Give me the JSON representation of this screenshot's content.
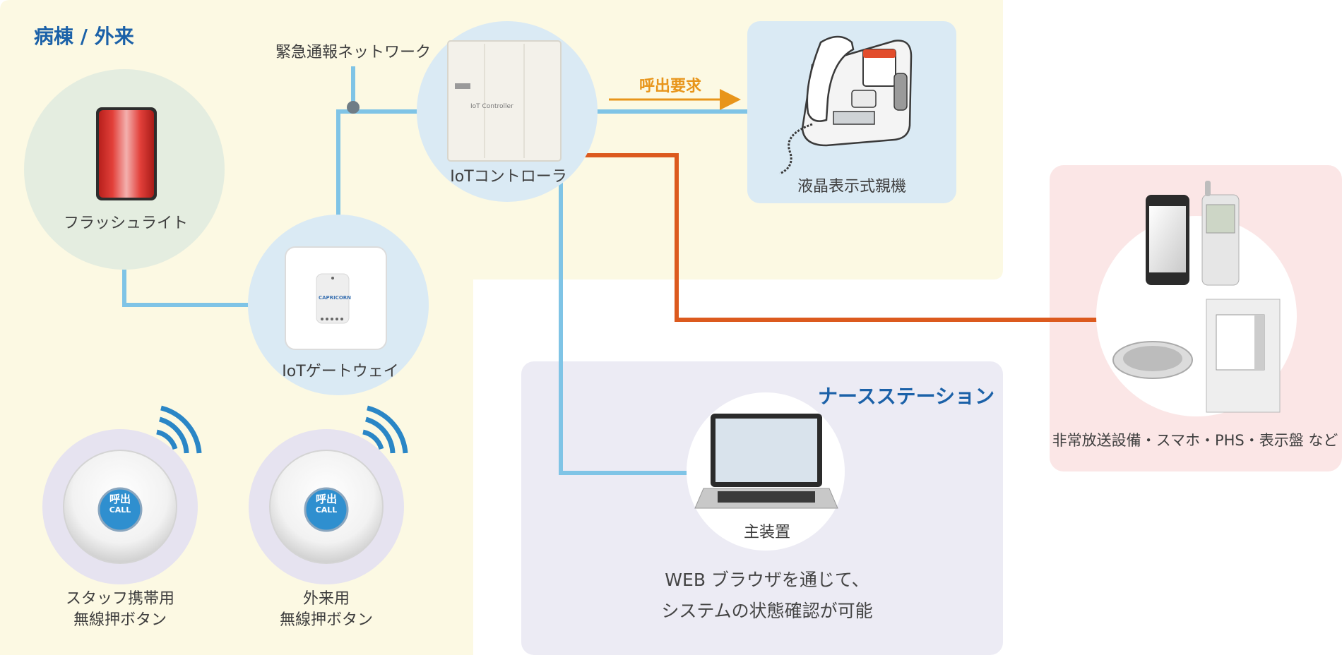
{
  "zones": {
    "ward": {
      "title": "病棟 / 外来"
    },
    "nurse": {
      "title": "ナースステーション"
    }
  },
  "network": {
    "label": "緊急通報ネットワーク"
  },
  "flow": {
    "request_label": "呼出要求"
  },
  "devices": {
    "flashlight": {
      "label": "フラッシュライト"
    },
    "controller": {
      "label": "IoTコントローラ",
      "panel_text": "IoT Controller"
    },
    "gateway": {
      "label": "IoTゲートウェイ",
      "brand_text": "CAPRICORN"
    },
    "master": {
      "label": "液晶表示式親機"
    },
    "staff_button": {
      "label_line1": "スタッフ携帯用",
      "label_line2": "無線押ボタン",
      "button_text": "呼出",
      "button_subtext": "CALL"
    },
    "outpatient_button": {
      "label_line1": "外来用",
      "label_line2": "無線押ボタン",
      "button_text": "呼出",
      "button_subtext": "CALL"
    },
    "main_unit": {
      "label": "主装置"
    },
    "external": {
      "label": "非常放送設備・スマホ・PHS・表示盤 など"
    }
  },
  "nurse_station": {
    "desc_line1": "WEB ブラウザを通じて、",
    "desc_line2": "システムの状態確認が可能"
  },
  "colors": {
    "ward_bg": "#fcf9e3",
    "nurse_bg": "#ecebf4",
    "external_bg": "#fbe6e6",
    "master_bg": "#daeaf4",
    "network_line": "#7fc4e6",
    "alert_line": "#dc5a1e",
    "request_arrow": "#e8951a",
    "title_blue": "#1b61a8",
    "wireless_blue": "#2a86c6"
  }
}
